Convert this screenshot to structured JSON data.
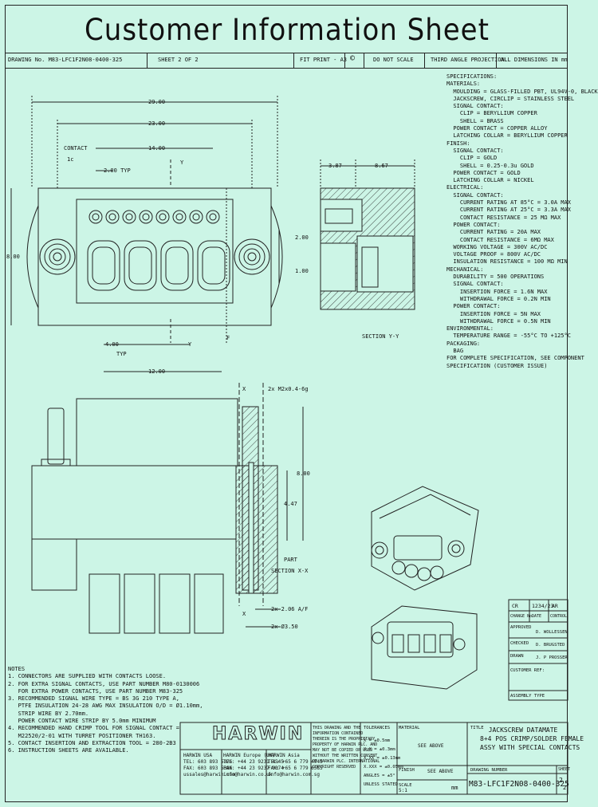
{
  "title": "Customer Information Sheet",
  "header": {
    "drawing_no": "DRAWING No. M83-LFC1F2N08-0400-325",
    "sheet": "SHEET 2 OF 2",
    "fit_print_size": "FIT PRINT - A3",
    "do_not_scale": "DO NOT SCALE",
    "third_angle": "THIRD ANGLE PROJECTION",
    "dimensions": "ALL DIMENSIONS IN mm"
  },
  "specifications": [
    "SPECIFICATIONS:",
    "MATERIALS:",
    "  MOULDING = GLASS-FILLED PBT, UL94V-0, BLACK",
    "  JACKSCREW, CIRCLIP = STAINLESS STEEL",
    "  SIGNAL CONTACT:",
    "    CLIP = BERYLLIUM COPPER",
    "    SHELL = BRASS",
    "  POWER CONTACT = COPPER ALLOY",
    "  LATCHING COLLAR = BERYLLIUM COPPER",
    "FINISH:",
    "  SIGNAL CONTACT:",
    "    CLIP = GOLD",
    "    SHELL = 0.25-0.3u GOLD",
    "  POWER CONTACT = GOLD",
    "  LATCHING COLLAR = NICKEL",
    "ELECTRICAL:",
    "  SIGNAL CONTACT:",
    "    CURRENT RATING AT 85°C = 3.0A MAX",
    "    CURRENT RATING AT 25°C = 3.3A MAX",
    "    CONTACT RESISTANCE = 25 MΩ MAX",
    "  POWER CONTACT:",
    "    CURRENT RATING = 20A MAX",
    "    CONTACT RESISTANCE = 6MΩ MAX",
    "  WORKING VOLTAGE = 300V AC/DC",
    "  VOLTAGE PROOF = 800V AC/DC",
    "  INSULATION RESISTANCE = 100 MΩ MIN",
    "MECHANICAL:",
    "  DURABILITY = 500 OPERATIONS",
    "  SIGNAL CONTACT:",
    "    INSERTION FORCE = 1.6N MAX",
    "    WITHDRAWAL FORCE = 0.2N MIN",
    "  POWER CONTACT:",
    "    INSERTION FORCE = 5N MAX",
    "    WITHDRAWAL FORCE = 0.5N MIN",
    "ENVIRONMENTAL:",
    "  TEMPERATURE RANGE = -55°C TO +125°C",
    "PACKAGING:",
    "  BAG",
    "FOR COMPLETE SPECIFICATION, SEE COMPONENT",
    "SPECIFICATION (CUSTOMER ISSUE)"
  ],
  "notes": [
    "NOTES",
    "1. CONNECTORS ARE SUPPLIED WITH CONTACTS LOOSE.",
    "2. FOR EXTRA SIGNAL CONTACTS, USE PART NUMBER M80-0130006",
    "   FOR EXTRA POWER CONTACTS, USE PART NUMBER M83-325",
    "3. RECOMMENDED SIGNAL WIRE TYPE = BS 3G 210 TYPE A,",
    "   PTFE INSULATION 24-28 AWG MAX INSULATION O/D = Ø1.10mm,",
    "   STRIP WIRE BY 2.70mm.",
    "   POWER CONTACT WIRE STRIP BY 5.0mm MINIMUM",
    "4. RECOMMENDED HAND CRIMP TOOL FOR SIGNAL CONTACT =",
    "   M22520/2-01 WITH TURRET POSITIONER TH163.",
    "5. CONTACT INSERTION AND EXTRACTION TOOL = 280-2B3",
    "6. INSTRUCTION SHEETS ARE AVAILABLE."
  ],
  "dims": {
    "d29": "29.00",
    "d23": "23.00",
    "d14": "14.00",
    "d2typ": "2.00 TYP",
    "contact1": "CONTACT",
    "contact1b": "1c",
    "y_top": "Y",
    "y_bot": "Y",
    "d8": "8.00",
    "d2": "2.00",
    "d1": "1.00",
    "d4": "4.00",
    "typ": "TYP",
    "d12": "12.00",
    "d387": "3.87",
    "d867": "8.67",
    "sectionyy": "SECTION Y-Y",
    "m25": "2x M2x0.4-6g",
    "d800": "8.00",
    "d447": "4.47",
    "partsection": "PART",
    "partsection2": "SECTION X-X",
    "x_lbl": "X",
    "x_lbl2": "X",
    "d2flat": "2x 2.06 A/F",
    "d4flat": "2x Ø3.50",
    "f_lbl": "F"
  },
  "approvals": {
    "row1": [
      "CR",
      "1234/23",
      "AR"
    ],
    "row2": [
      "CHANGE No.",
      "DATE",
      "CONTROL"
    ],
    "approved": "APPROVED",
    "approved_by": "D. WOLLESSEN",
    "checked": "CHECKED",
    "checked_by": "D. BRUGSTED",
    "drawn": "DRAWN",
    "drawn_by": "J. P PROSSER",
    "customer_ref": "CUSTOMER REF:",
    "assembly_type": "ASSEMBLY TYPE"
  },
  "titleblock": {
    "logo": "HARWIN",
    "harwin_usa": "HARWIN USA",
    "usa_tel": "TEL: 603 893 5376",
    "usa_fax": "FAX: 603 893 5396",
    "usa_mail": "ussales@harwin.com",
    "harwin_europe": "HARWIN Europe (UK)",
    "eu_tel": "TEL: +44 23 9231 4545",
    "eu_fax": "FAX: +44 23 9237 0374",
    "eu_mail": "info@harwin.co.uk",
    "harwin_asia": "HARWIN Asia",
    "asia_tel": "TEL: +65 6 779 4945",
    "asia_fax": "FAX: +65 6 779 6585",
    "asia_mail": "info@harwin.com.sg",
    "copyright": [
      "THIS DRAWING AND THE",
      "INFORMATION CONTAINED",
      "THEREIN IS THE PROPRIETARY",
      "PROPERTY OF HARWIN PLC. AND",
      "MAY NOT BE COPIED OR USED",
      "WITHOUT THE WRITTEN CONSENT",
      "OF HARWIN PLC. INTERNATIONAL",
      "COPYRIGHT RESERVED"
    ],
    "tolerances": "TOLERANCES",
    "tol_lines": [
      "X = ±0.5mm",
      "X.X = ±0.3mm",
      "X.XX = ±0.13mm",
      "X.XXX = ±0.05mm",
      "ANGLES = ±5°",
      "UNLESS STATED"
    ],
    "material": "MATERIAL",
    "material_val": "SEE ABOVE",
    "finish": "FINISH",
    "finish_val": "SEE ABOVE",
    "scale": "SCALE",
    "scale_val": "5:1",
    "units": "mm",
    "title_lbl": "TITLE",
    "title_val": [
      "JACKSCREW DATAMATE",
      "8+4 POS CRIMP/SOLDER FEMALE",
      "ASSY WITH SPECIAL CONTACTS"
    ],
    "drawing_no_lbl": "DRAWING NUMBER",
    "drawing_no": "M83-LFC1F2N08-0400-325",
    "sheet_lbl": "SHEET",
    "sheet_val": "2",
    "sheet_of": "2"
  }
}
